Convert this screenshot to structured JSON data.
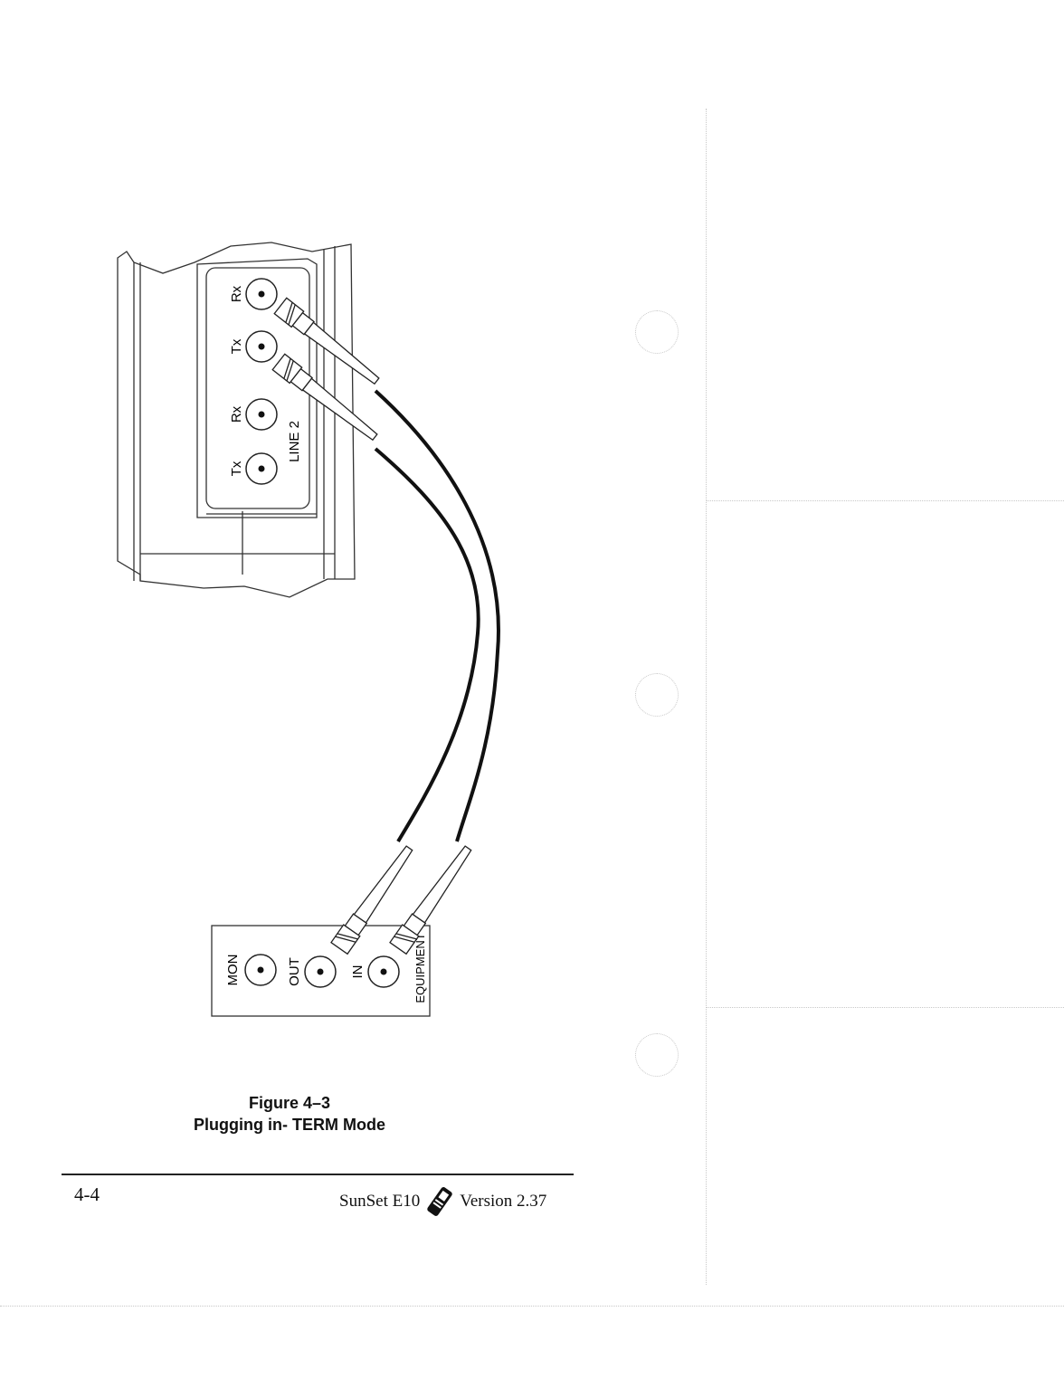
{
  "figure": {
    "device_ports": [
      {
        "label": "Rx",
        "group": "line1"
      },
      {
        "label": "Tx",
        "group": "line1"
      },
      {
        "label": "Rx",
        "group": "line2"
      },
      {
        "label": "Tx",
        "group": "line2"
      }
    ],
    "line2_label": "LINE 2",
    "jack_panel_ports": [
      {
        "label": "MON"
      },
      {
        "label": "OUT"
      },
      {
        "label": "IN"
      }
    ],
    "equipment_label": "EQUIPMENT"
  },
  "caption": {
    "line1": "Figure 4–3",
    "line2": "Plugging in- TERM Mode"
  },
  "footer": {
    "page_number": "4-4",
    "product": "SunSet E10",
    "version": "Version 2.37",
    "logo_icon": "sunset-handset-icon"
  }
}
